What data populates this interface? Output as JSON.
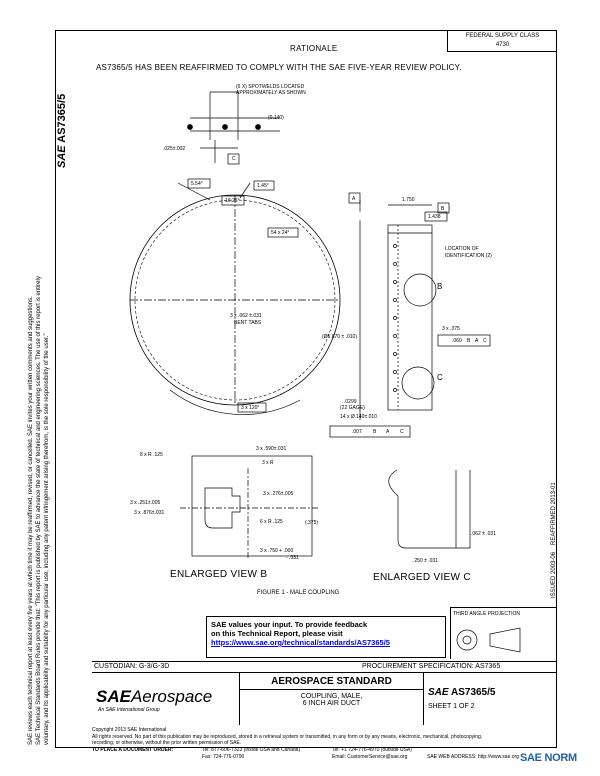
{
  "header": {
    "fed_std_line1": "FEDERAL SUPPLY CLASS",
    "fed_std_line2": "4730",
    "rationale_heading": "RATIONALE",
    "rationale_text": "AS7365/5 HAS BEEN REAFFIRMED TO COMPLY WITH THE SAE FIVE-YEAR REVIEW POLICY."
  },
  "sidebar": {
    "doc_number": "AS7365/5",
    "logo": "SAE",
    "line1": "SAE Technical Standards Board Rules provide that: \"This report is published by SAE to advance the state of technical and engineering sciences. The use of this report is entirely",
    "line2": "voluntary, and its applicability and suitability for any particular use, including any patent infringement arising therefrom, is the sole responsibility of the user.\"",
    "line3": "SAE reviews each technical report at least every five years at which time it may be reaffirmed, revised, or cancelled. SAE invites your written comments and suggestions."
  },
  "right_margin": {
    "issued": "ISSUED 2003-06",
    "reaffirmed": "REAFFIRMED 2013-01"
  },
  "drawing": {
    "spotwelds_l1": "(6 X) SPOTWELDS LOCATED",
    "spotwelds_l2": "APPROXIMATELY AS SHOWN",
    "dim_0140": "(0.140)",
    "dim_025": ".025±.002",
    "datum_c": "C",
    "datum_a": "A",
    "datum_b": "B",
    "ang_554": "5.54°",
    "ang_145": "1.45°",
    "ang_1625": "16.25°",
    "ang_54x24": "54 x 24°",
    "bent_tabs_l1": "3 x .062 ±.031",
    "bent_tabs_l2": "BENT TABS",
    "ang_3x120": "3 x 120°",
    "dim_1750": "1.750",
    "dim_1438": "1.438",
    "loc_id_l1": "LOCATION OF",
    "loc_id_l2": "IDENTIFICATION (2)",
    "dim_3x375": "3 x .375",
    "fcf_top_tol": ".060",
    "fcf_ref_b": "B",
    "fcf_ref_a": "A",
    "fcf_ref_c": "C",
    "diam_6670": "(Ø5.670 ± .010)",
    "gauge_l1": ".0299",
    "gauge_l2": "(22 GAGE)",
    "holes_14x": "14 x Ø.140±.010",
    "fcf_bot_tol": ".007",
    "enl_b_caption": "ENLARGED VIEW B",
    "enl_c_caption": "ENLARGED VIEW C",
    "b_r125": "8 x R .125",
    "b_3x590": "3 x .590±.031",
    "b_3xR": "3 x R",
    "b_3x251": "3 x .251±.005",
    "b_3x876": "3 x .876±.031",
    "b_3x276": "3 x .276±.005",
    "b_6xR125": "6 x R .125",
    "b_375": "(.375)",
    "b_3x750_l1": "3 x .750 + .000",
    "b_3x750_l2": "- .031",
    "c_062": ".062 ± .031",
    "c_250": ".250 ± .031",
    "figure_caption": "FIGURE 1 - MALE COUPLING"
  },
  "third_angle": "THIRD ANGLE PROJECTION",
  "feedback": {
    "line1": "SAE values your input. To provide feedback",
    "line2": "on this Technical Report, please visit",
    "link": "https://www.sae.org/technical/standards/AS7365/5"
  },
  "custodian": "CUSTODIAN: G-3/G-3D",
  "procurement": "PROCUREMENT SPECIFICATION: AS7365",
  "titleblock": {
    "brand_sae": "SAE",
    "brand_aero": "Aerospace",
    "brand_sub": "An SAE International Group",
    "standard": "AEROSPACE STANDARD",
    "title_l1": "COUPLING, MALE,",
    "title_l2": "6 INCH AIR DUCT",
    "logo_small": "SAE",
    "doc_number": "AS7365/5",
    "sheet": "SHEET 1 OF 2"
  },
  "footer": {
    "copyright": "Copyright 2013 SAE International",
    "rights": "All rights reserved. No part of this publication may be reproduced, stored in a retrieval system or transmitted, in any form or by any means, electronic, mechanical, photocopying,",
    "rights2": "recording, or otherwise, without the prior written permission of SAE.",
    "order": "TO PLACE A DOCUMENT ORDER:",
    "tel1": "Tel: 877-606-7323 (inside USA and Canada)",
    "tel2": "Tel: +1 724-776-4970 (outside USA)",
    "fax": "Fax: 724-776-0790",
    "email": "Email: CustomerService@sae.org",
    "web": "SAE WEB ADDRESS: http://www.sae.org"
  },
  "watermark": "SAE NORM"
}
